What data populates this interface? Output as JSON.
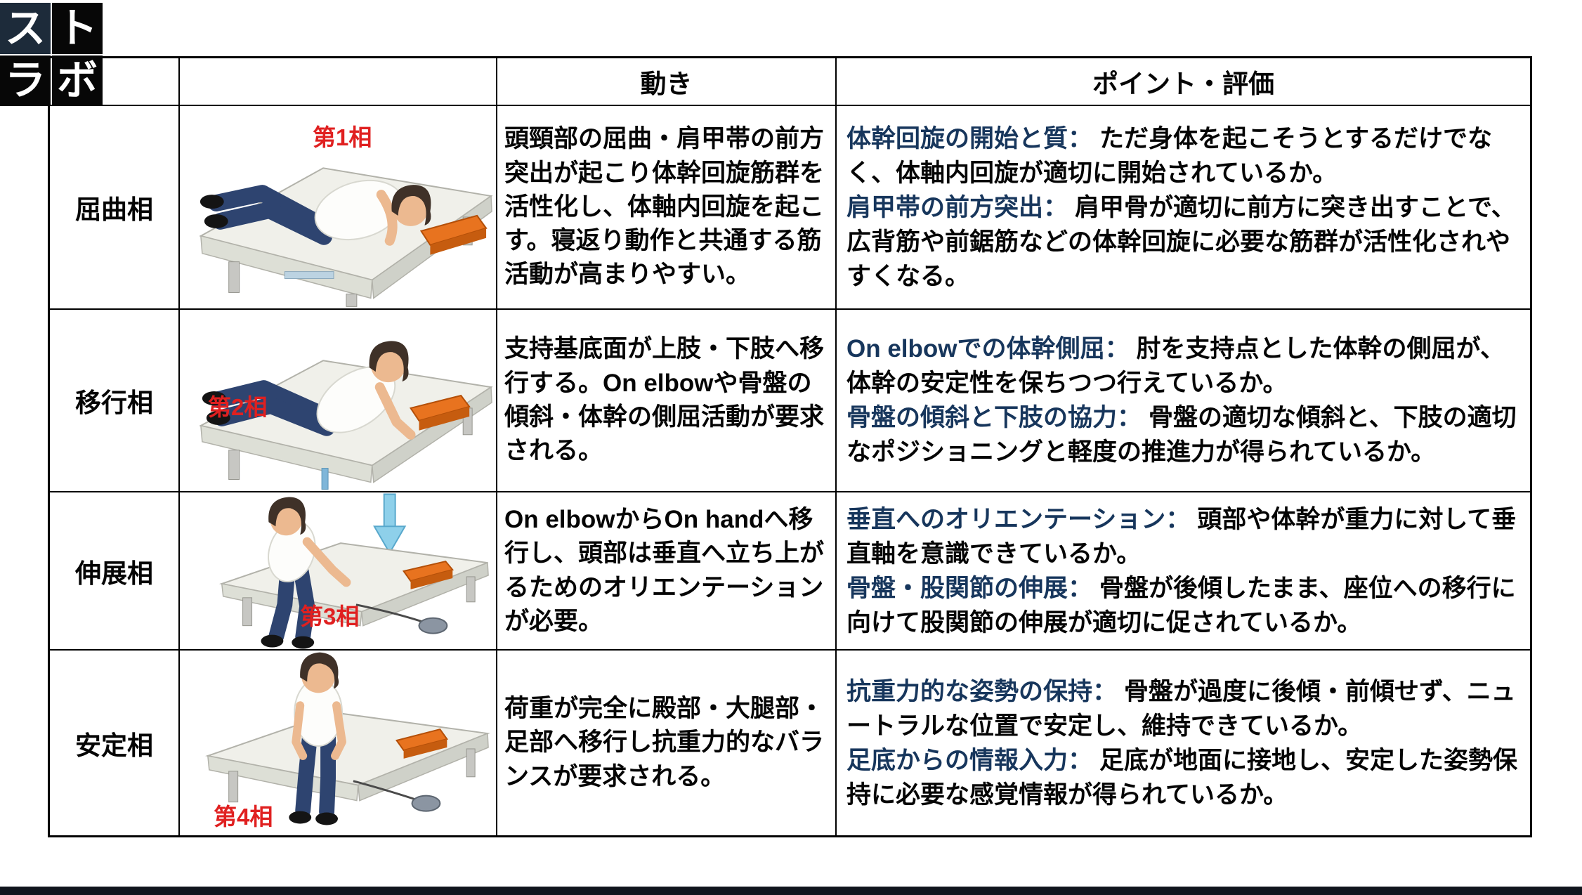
{
  "logo": {
    "tiles": [
      "ス",
      "ト",
      "ラ",
      "ボ"
    ]
  },
  "header": {
    "col_movement": "動き",
    "col_points": "ポイント・評価"
  },
  "rows": [
    {
      "label": "屈曲相",
      "phase_tag": "第1相",
      "illustration": "person-side-lying-on-bed",
      "movement": "頭頸部の屈曲・肩甲帯の前方突出が起こり体幹回旋筋群を活性化し、体軸内回旋を起こす。寝返り動作と共通する筋活動が高まりやすい。",
      "points": [
        {
          "lead": "体幹回旋の開始と質：",
          "body": "ただ身体を起こそうとするだけでなく、体軸内回旋が適切に開始されているか。"
        },
        {
          "lead": "肩甲帯の前方突出：",
          "body": "肩甲骨が適切に前方に突き出すことで、広背筋や前鋸筋などの体幹回旋に必要な筋群が活性化されやすくなる。"
        }
      ]
    },
    {
      "label": "移行相",
      "phase_tag": "第2相",
      "illustration": "person-propped-on-elbow-on-bed",
      "movement": "支持基底面が上肢・下肢へ移行する。On elbowや骨盤の傾斜・体幹の側屈活動が要求される。",
      "points": [
        {
          "lead": "On elbowでの体幹側屈：",
          "body": "肘を支持点とした体幹の側屈が、体幹の安定性を保ちつつ行えているか。"
        },
        {
          "lead": "骨盤の傾斜と下肢の協力：",
          "body": "骨盤の適切な傾斜と、下肢の適切なポジショニングと軽度の推進力が得られているか。"
        }
      ]
    },
    {
      "label": "伸展相",
      "phase_tag": "第3相",
      "illustration": "person-sitting-up-on-hand-with-down-arrow",
      "movement": "On elbowからOn handへ移行し、頭部は垂直へ立ち上がるためのオリエンテーションが必要。",
      "points": [
        {
          "lead": "垂直へのオリエンテーション：",
          "body": "頭部や体幹が重力に対して垂直軸を意識できているか。"
        },
        {
          "lead": "骨盤・股関節の伸展：",
          "body": "骨盤が後傾したまま、座位への移行に向けて股関節の伸展が適切に促されているか。"
        }
      ]
    },
    {
      "label": "安定相",
      "phase_tag": "第4相",
      "illustration": "person-sitting-upright-feet-on-floor",
      "movement": "荷重が完全に殿部・大腿部・足部へ移行し抗重力的なバランスが要求される。",
      "points": [
        {
          "lead": "抗重力的な姿勢の保持：",
          "body": "骨盤が過度に後傾・前傾せず、ニュートラルな位置で安定し、維持できているか。"
        },
        {
          "lead": "足底からの情報入力：",
          "body": "足底が地面に接地し、安定した姿勢保持に必要な感覚情報が得られているか。"
        }
      ]
    }
  ],
  "colors": {
    "point_lead_navy": "#17365c",
    "phase_label_red": "#e02020",
    "table_border": "#000000",
    "logo_tile_black": "#070707",
    "logo_tile_navy": "#1d2b3a",
    "bottom_bar": "#10151d",
    "cushion_orange": "#e8731f"
  }
}
